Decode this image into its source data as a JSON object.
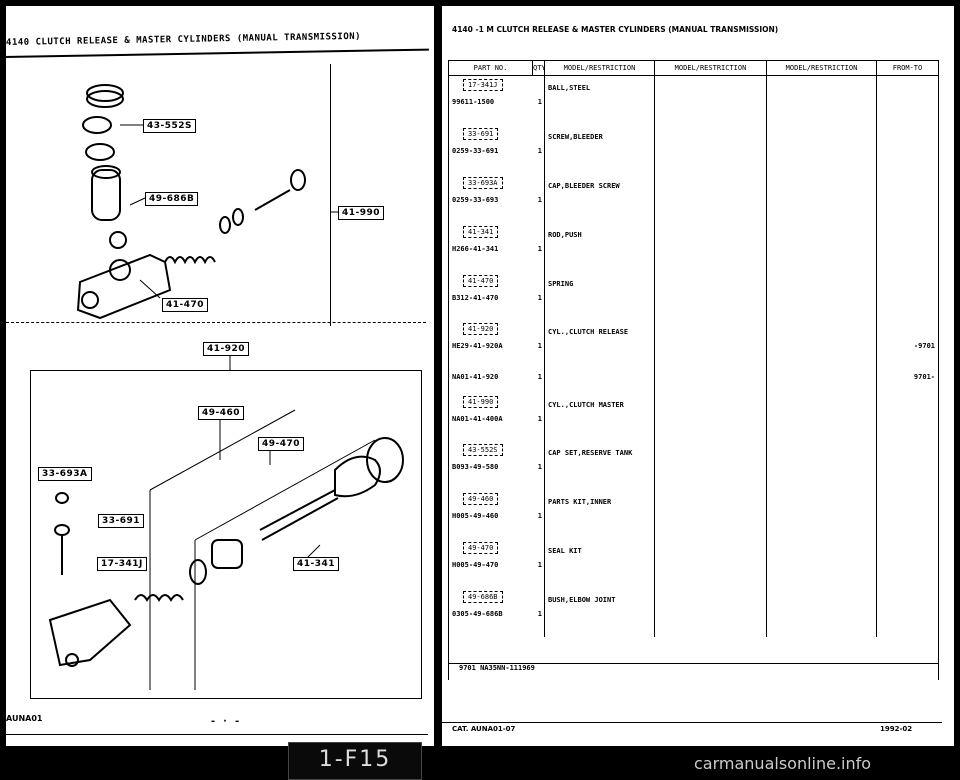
{
  "left_page": {
    "header": "4140    CLUTCH RELEASE & MASTER CYLINDERS (MANUAL TRANSMISSION)",
    "callouts": {
      "c43552s": "43-552S",
      "c49686b": "49-686B",
      "c41990": "41-990",
      "c41470": "41-470",
      "c41920": "41-920",
      "c49460": "49-460",
      "c49470": "49-470",
      "c33693a": "33-693A",
      "c33691": "33-691",
      "c17341j": "17-341J",
      "c41341": "41-341"
    },
    "footer_code": "AUNA01",
    "footer_dashes": "- · -"
  },
  "right_page": {
    "header": "4140  -1 M  CLUTCH RELEASE & MASTER CYLINDERS (MANUAL TRANSMISSION)",
    "columns": [
      "PART NO.",
      "QTY",
      "MODEL/RESTRICTION",
      "MODEL/RESTRICTION",
      "MODEL/RESTRICTION",
      "FROM-TO"
    ],
    "rows": [
      {
        "ref": "17-341J",
        "part": "99611-1500",
        "qty": "1",
        "desc": "BALL,STEEL",
        "from_to": ""
      },
      {
        "ref": "33-691",
        "part": "0259-33-691",
        "qty": "1",
        "desc": "SCREW,BLEEDER",
        "from_to": ""
      },
      {
        "ref": "33-693A",
        "part": "0259-33-693",
        "qty": "1",
        "desc": "CAP,BLEEDER SCREW",
        "from_to": ""
      },
      {
        "ref": "41-341",
        "part": "H266-41-341",
        "qty": "1",
        "desc": "ROD,PUSH",
        "from_to": ""
      },
      {
        "ref": "41-470",
        "part": "B312-41-470",
        "qty": "1",
        "desc": "SPRING",
        "from_to": ""
      },
      {
        "ref": "41-920",
        "part": "HE29-41-920A",
        "qty": "1",
        "desc": "CYL.,CLUTCH RELEASE",
        "from_to": "-9701"
      },
      {
        "ref": "",
        "part": "NA01-41-920",
        "qty": "1",
        "desc": "",
        "from_to": "9701-"
      },
      {
        "ref": "41-990",
        "part": "NA01-41-400A",
        "qty": "1",
        "desc": "CYL.,CLUTCH MASTER",
        "from_to": ""
      },
      {
        "ref": "43-552S",
        "part": "B093-49-580",
        "qty": "1",
        "desc": "CAP SET,RESERVE TANK",
        "from_to": ""
      },
      {
        "ref": "49-460",
        "part": "H005-49-460",
        "qty": "1",
        "desc": "PARTS KIT,INNER",
        "from_to": ""
      },
      {
        "ref": "49-470",
        "part": "H005-49-470",
        "qty": "1",
        "desc": "SEAL KIT",
        "from_to": ""
      },
      {
        "ref": "49-686B",
        "part": "0305-49-686B",
        "qty": "1",
        "desc": "BUSH,ELBOW JOINT",
        "from_to": ""
      }
    ],
    "note": "9701 NA35NN-111969",
    "cat": "CAT. AUNA01-07",
    "date": "1992-02"
  },
  "page_label": "1-F15",
  "watermark": "carmanualsonline.info"
}
